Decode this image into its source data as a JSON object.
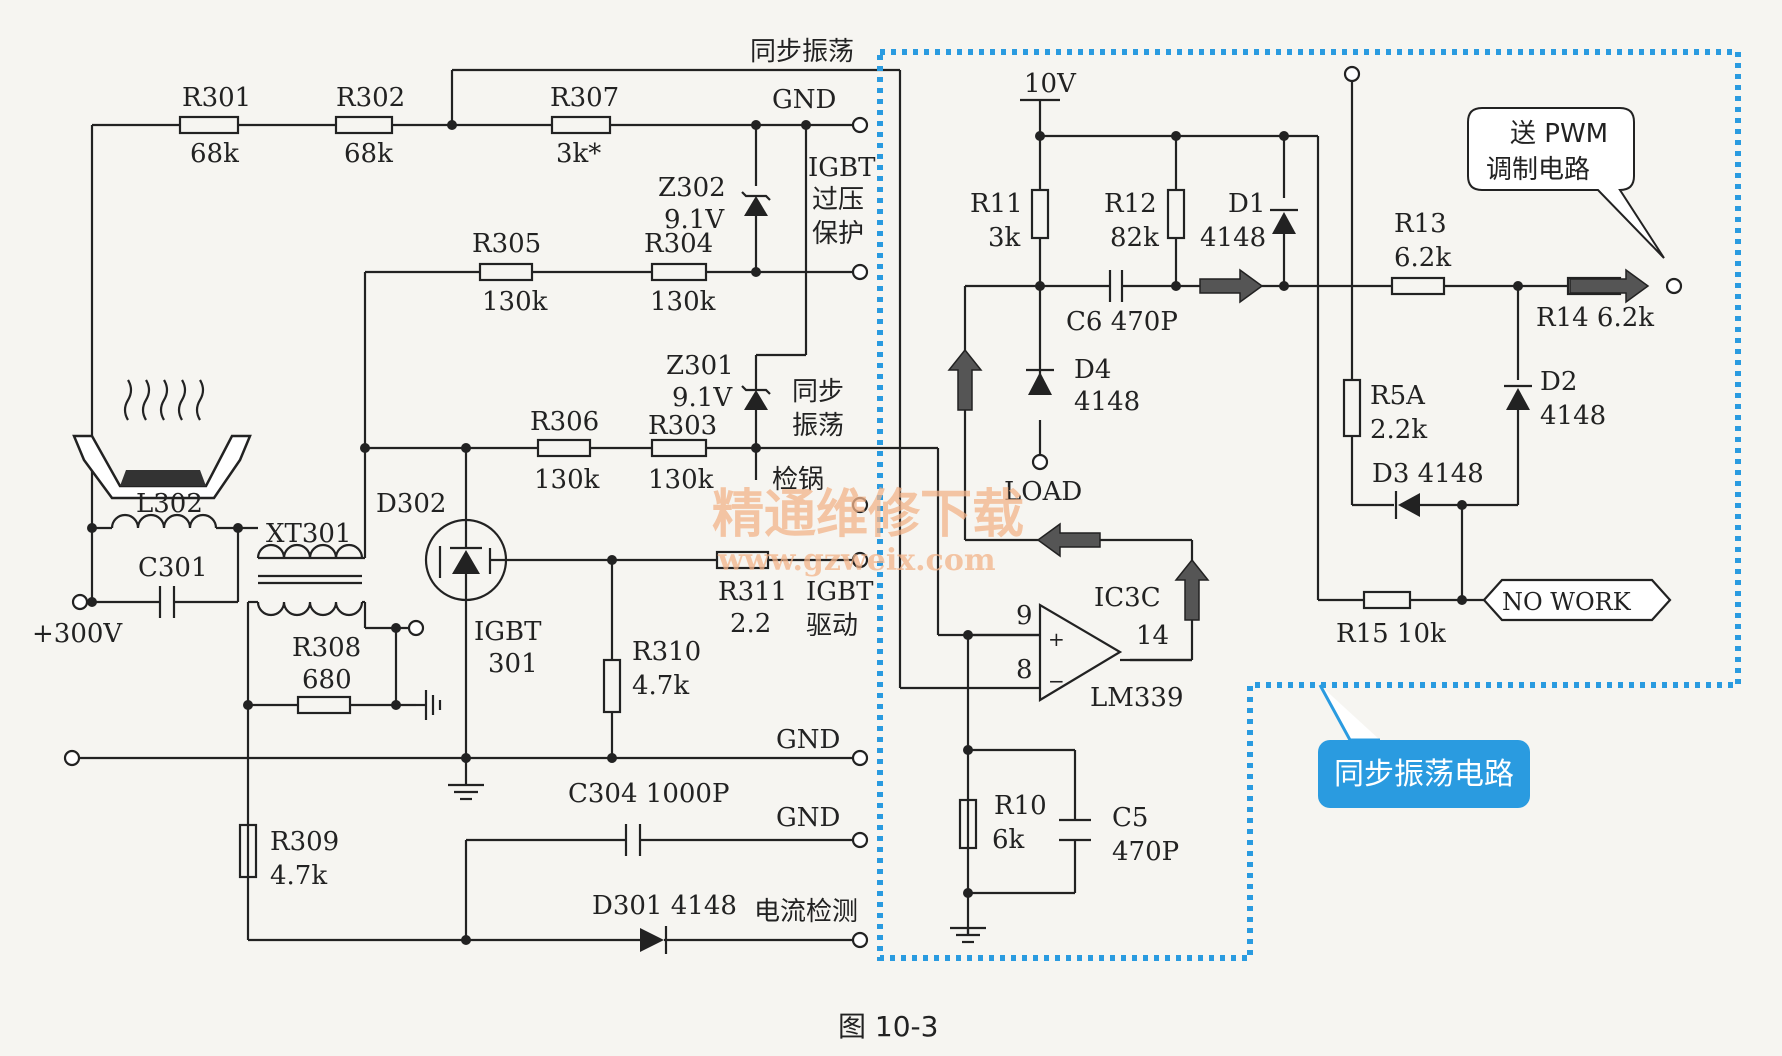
{
  "labels": {
    "R301": "R301",
    "R301_val": "68k",
    "R302": "R302",
    "R302_val": "68k",
    "R307": "R307",
    "R307_val": "3k*",
    "GND_top": "GND",
    "sync_top": "同步振荡",
    "Z302": "Z302",
    "Z302_val": "9.1V",
    "igbt_over_1": "IGBT",
    "igbt_over_2": "过压",
    "igbt_over_3": "保护",
    "R305": "R305",
    "R305_val": "130k",
    "R304": "R304",
    "R304_val": "130k",
    "Z301": "Z301",
    "Z301_val": "9.1V",
    "sync_mid_1": "同步",
    "sync_mid_2": "振荡",
    "R306": "R306",
    "R306_val": "130k",
    "R303": "R303",
    "R303_val": "130k",
    "detect_pan": "检锅",
    "L302": "L302",
    "XT301": "XT301",
    "C301": "C301",
    "D302": "D302",
    "IGBT301_1": "IGBT",
    "IGBT301_2": "301",
    "R311": "R311",
    "R311_val": "2.2",
    "igbt_drive_1": "IGBT",
    "igbt_drive_2": "驱动",
    "V300": "+300V",
    "R308": "R308",
    "R308_val": "680",
    "R310": "R310",
    "R310_val": "4.7k",
    "GND_mid": "GND",
    "C304": "C304 1000P",
    "GND_low": "GND",
    "R309": "R309",
    "R309_val": "4.7k",
    "D301": "D301 4148",
    "current_detect": "电流检测",
    "V10": "10V",
    "R11": "R11",
    "R11_val": "3k",
    "R12": "R12",
    "R12_val": "82k",
    "D1": "D1",
    "D1_val": "4148",
    "R13": "R13",
    "R13_val": "6.2k",
    "R14": "R14 6.2k",
    "C6": "C6 470P",
    "D4": "D4",
    "D4_val": "4148",
    "R5A": "R5A",
    "R5A_val": "2.2k",
    "D2": "D2",
    "D2_val": "4148",
    "D3": "D3 4148",
    "LOAD": "LOAD",
    "IC3C": "IC3C",
    "pin9": "9",
    "pin8": "8",
    "pin14": "14",
    "LM339": "LM339",
    "R15": "R15 10k",
    "NOWORK": "NO WORK",
    "R10": "R10",
    "R10_val": "6k",
    "C5": "C5",
    "C5_val": "470P",
    "pwm_1": "送 PWM",
    "pwm_2": "调制电路",
    "sync_circuit": "同步振荡电路",
    "figure": "图 10-3",
    "watermark": "精通维修下载",
    "watermark_url": "www.gzweix.com"
  },
  "colors": {
    "highlight": "#2a9be0",
    "watermark": "#f2b48a"
  }
}
